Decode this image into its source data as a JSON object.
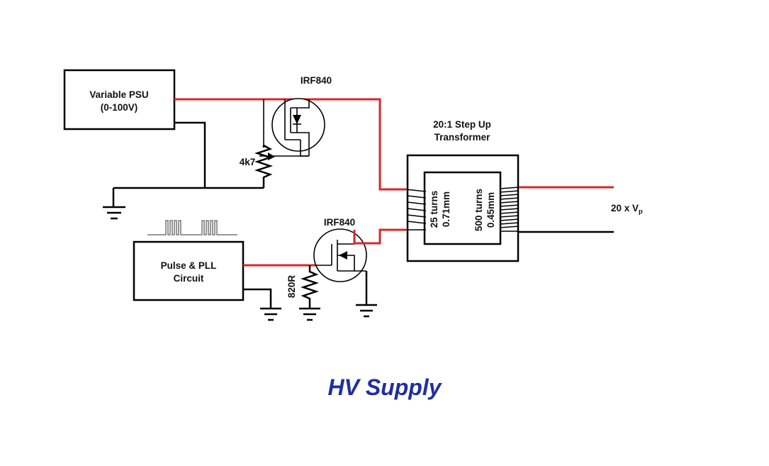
{
  "blocks": {
    "psu": {
      "line1": "Variable PSU",
      "line2": "(0-100V)"
    },
    "pulse": {
      "line1": "Pulse & PLL",
      "line2": "Circuit"
    }
  },
  "components": {
    "mosfet_top": "IRF840",
    "mosfet_bottom": "IRF840",
    "resistor_top": "4k7",
    "resistor_bottom": "820R"
  },
  "transformer": {
    "title_line1": "20:1 Step Up",
    "title_line2": "Transformer",
    "primary_line1": "25 turns",
    "primary_line2": "0.71mm",
    "secondary_line1": "500 turns",
    "secondary_line2": "0.45mm"
  },
  "output": {
    "label": "20 x V",
    "subscript": "p"
  },
  "title": "HV Supply",
  "colors": {
    "hv_wire": "#d42a2a",
    "ground_wire": "#000000",
    "title": "#1f2fa0"
  }
}
